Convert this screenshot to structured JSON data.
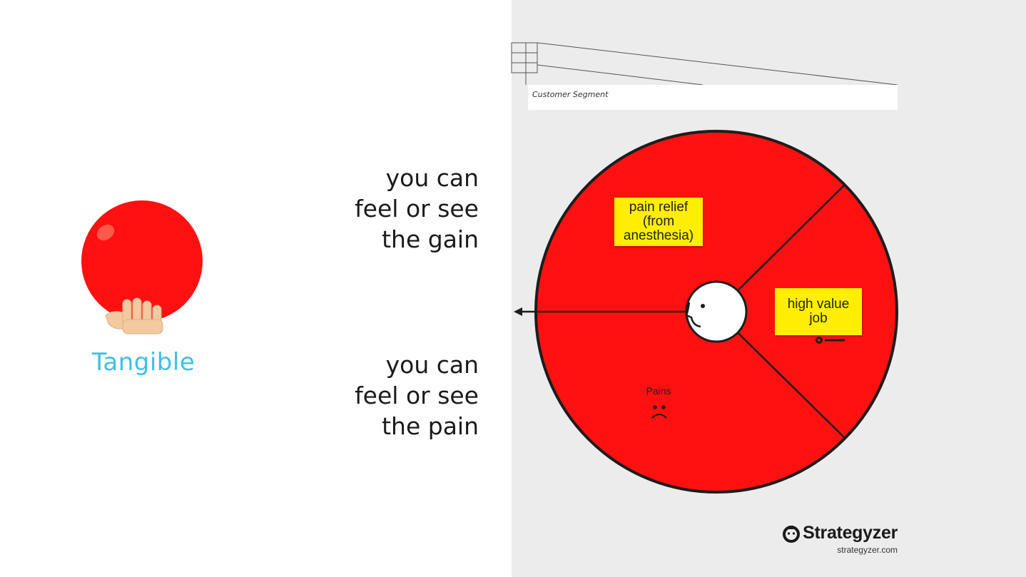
{
  "left": {
    "tangible_label": "Tangible"
  },
  "statements": {
    "gain": [
      "you can",
      "feel or see",
      "the gain"
    ],
    "pain": [
      "you can",
      "feel or see",
      "the pain"
    ]
  },
  "canvas": {
    "segment_label": "Customer Segment",
    "gain_note": [
      "pain relief",
      "(from",
      "anesthesia)"
    ],
    "job_note": [
      "high value",
      "job"
    ],
    "pains_label": "Pains",
    "circle_color": "#ff1111",
    "note_color": "#ffee00"
  },
  "brand": {
    "name": "Strategyzer",
    "url": "strategyzer.com"
  }
}
